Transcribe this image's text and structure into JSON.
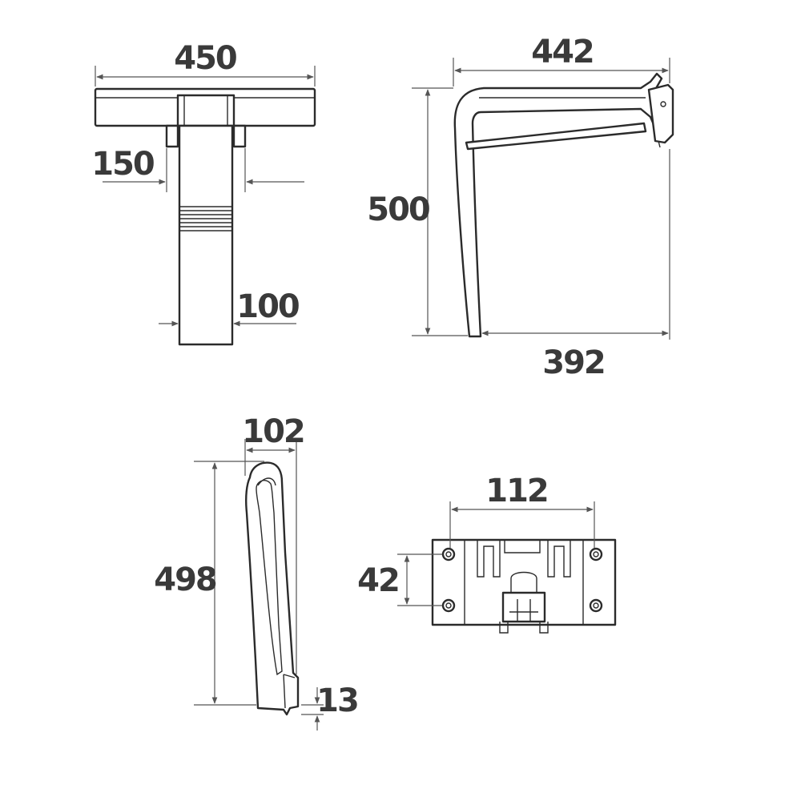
{
  "dimensions": {
    "top_view_width": "450",
    "top_view_column_width": "150",
    "top_view_leg_width": "100",
    "side_view_length": "442",
    "side_view_height": "500",
    "side_view_base_length": "392",
    "folded_height": "498",
    "folded_depth": "102",
    "folded_offset": "13",
    "bracket_hole_spacing": "112",
    "bracket_hole_vertical": "42"
  },
  "colors": {
    "line": "#2b2b2b",
    "dimension_text": "#3a3a3a",
    "background": "#ffffff"
  }
}
